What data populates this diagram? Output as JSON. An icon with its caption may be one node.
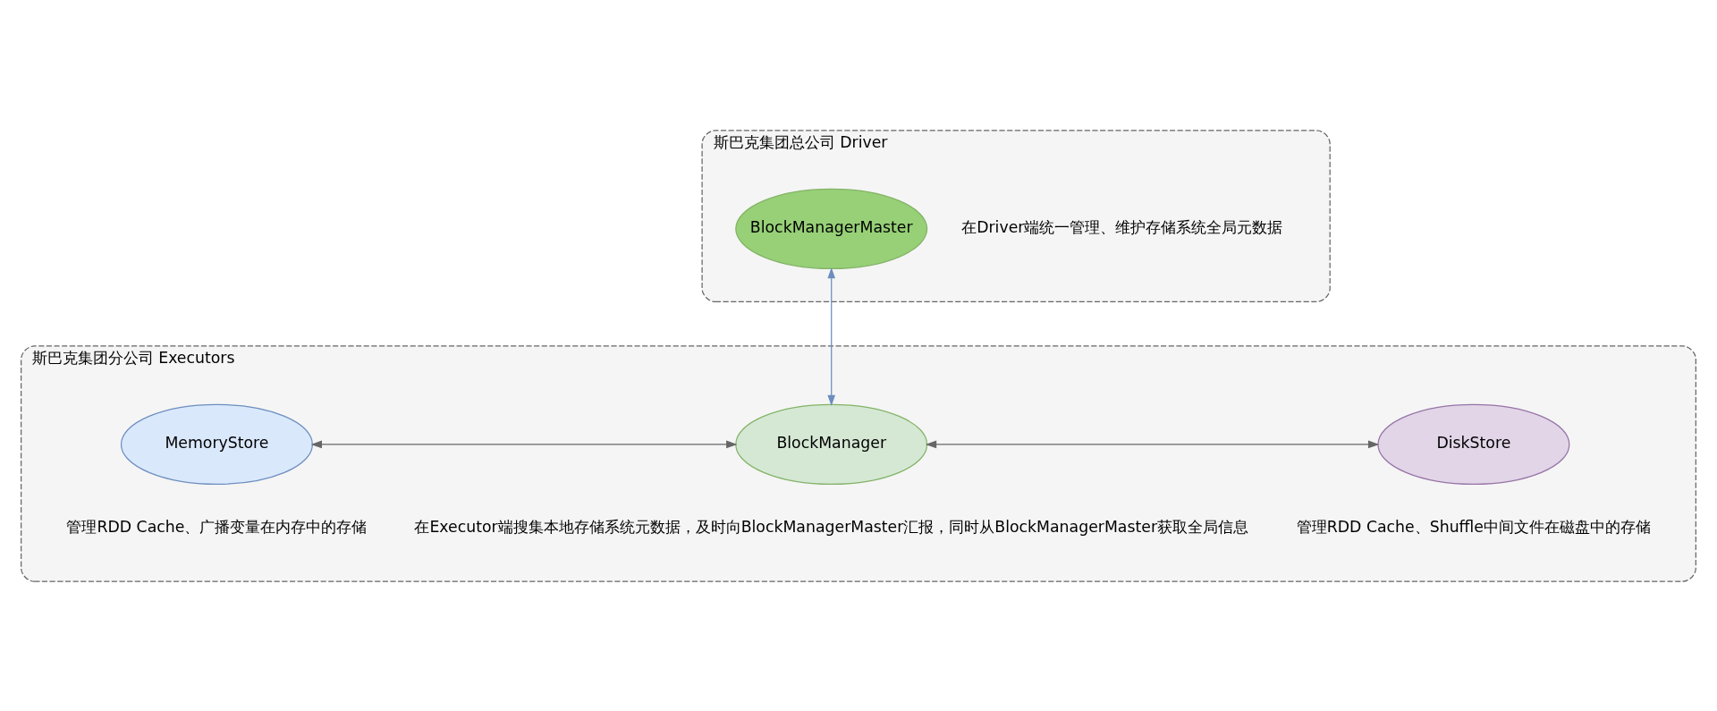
{
  "diagram": {
    "nodes": [
      {
        "text": [
          "斯巴克集团总公司 Driver"
        ]
      },
      {
        "text": [
          "BlockManagerMaster"
        ],
        "in": 0,
        "beside": [
          "在Driver端统一管理、维护存储系统全局元数据"
        ]
      },
      {
        "text": [
          "斯巴克集团分公司 Executors"
        ]
      },
      {
        "text": [
          "MemoryStore"
        ],
        "in": 2,
        "beside": [
          "管理RDD Cache、广播变量在内存中的存储"
        ]
      },
      {
        "text": [
          "BlockManager"
        ],
        "in": 2,
        "beside": [
          "在Executor端搜集本地存储系统元数据，及时向BlockManagerMaster汇报，同时从BlockManagerMaster获取全局信息"
        ]
      },
      {
        "text": [
          "DiskStore"
        ],
        "in": 2,
        "beside": [
          "管理RDD Cache、Shuffle中间文件在磁盘中的存储"
        ]
      }
    ],
    "edges": [
      {
        "from": 1,
        "to": 4,
        "arrow": "both",
        "color": "#6c8ebf"
      },
      {
        "from": 3,
        "to": 4,
        "arrow": "both"
      },
      {
        "from": 4,
        "to": 5,
        "arrow": "both"
      }
    ]
  }
}
